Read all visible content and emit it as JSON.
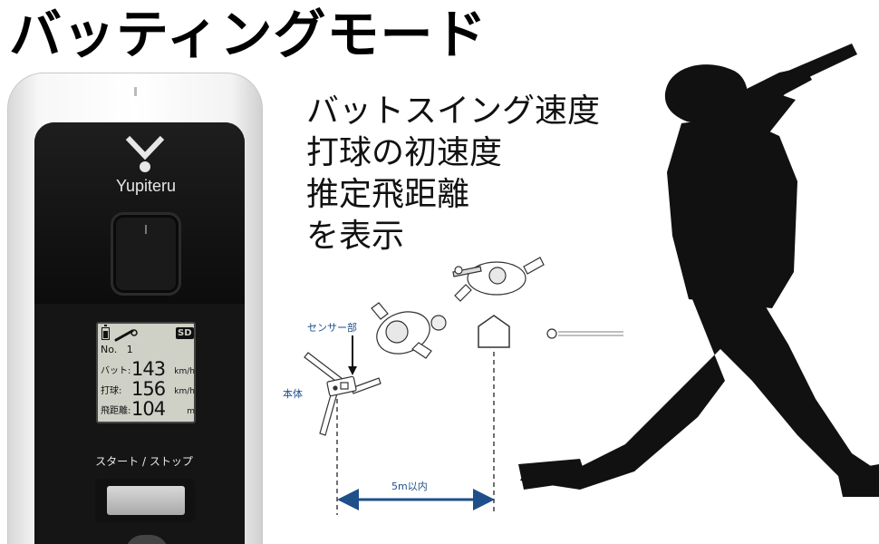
{
  "title": "バッティングモード",
  "features": [
    "バットスイング速度",
    "打球の初速度",
    "推定飛距離",
    "を表示"
  ],
  "device": {
    "brand": "Yupiteru",
    "lcd": {
      "sd": "SD",
      "number_label": "No.",
      "number": "1",
      "rows": [
        {
          "label": "バット:",
          "value": "143",
          "unit": "km/h"
        },
        {
          "label": "打球:",
          "value": "156",
          "unit": "km/h"
        },
        {
          "label": "飛距離:",
          "value": "104",
          "unit": "m"
        }
      ]
    },
    "button_label": "スタート / ストップ"
  },
  "diagram": {
    "sensor_label": "センサー部",
    "body_label": "本体",
    "distance_label": "5m以内",
    "accent_color": "#1e4f8a"
  },
  "icons": [
    "battery-icon",
    "bat-ball-icon",
    "baseball-player-silhouette"
  ]
}
